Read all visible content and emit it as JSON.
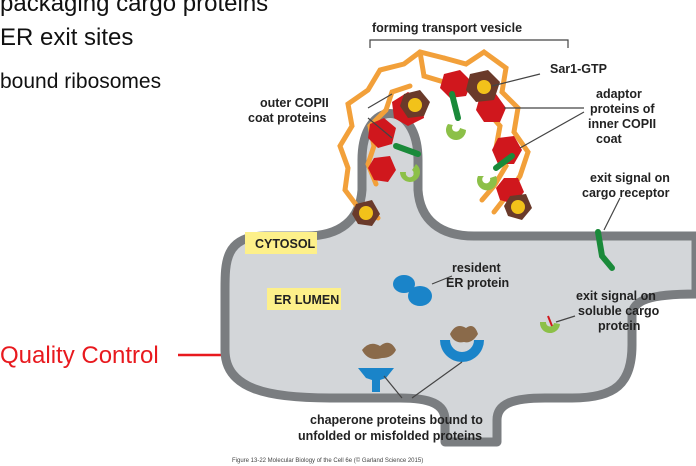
{
  "slide": {
    "top_line": "packaging cargo proteins",
    "exit_sites": "ER exit sites",
    "ribosomes": "bound ribosomes",
    "quality_control": "Quality Control"
  },
  "figure": {
    "forming_vesicle": "forming transport vesicle",
    "sar1": "Sar1-GTP",
    "outer_copii": [
      "outer COPII",
      "coat proteins"
    ],
    "adaptor": [
      "adaptor",
      "proteins of",
      "inner COPII",
      "coat"
    ],
    "exit_signal_receptor": [
      "exit signal on",
      "cargo receptor"
    ],
    "cytosol": "CYTOSOL",
    "er_lumen": "ER LUMEN",
    "resident": [
      "resident",
      "ER protein"
    ],
    "exit_signal_soluble": [
      "exit signal on",
      "soluble cargo",
      "protein"
    ],
    "chaperone": [
      "chaperone proteins bound to",
      "unfolded or misfolded proteins"
    ],
    "caption": "Figure 13-22 Molecular Biology of the Cell 6e (© Garland Science 2015)"
  },
  "colors": {
    "membrane": "#7a7d80",
    "lumen": "#d3d6d9",
    "outer_coat": "#f2a03a",
    "adaptor": "#d0171d",
    "sar1": "#f2c21a",
    "receptor": "#1a8a3a",
    "cargo": "#8cc048",
    "resident": "#1a84c9",
    "misfolded": "#8a6a4a",
    "label_box": "#fdf08a",
    "qc_arrow": "#e8191e"
  }
}
